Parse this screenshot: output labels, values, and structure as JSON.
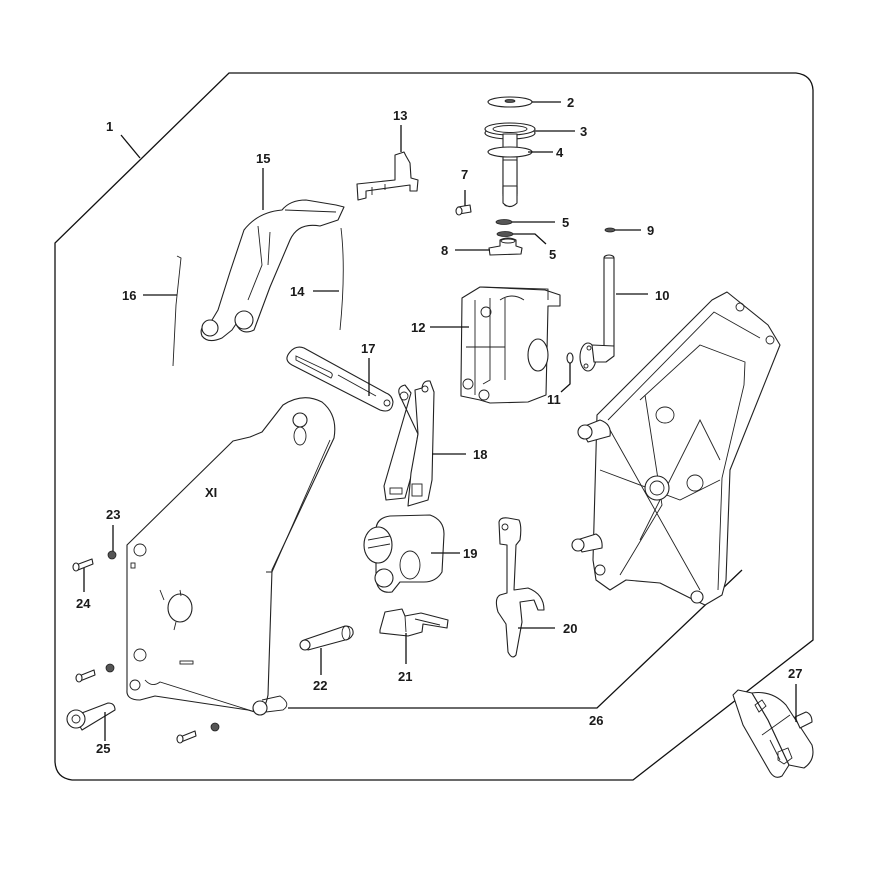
{
  "diagram": {
    "type": "exploded-parts-diagram",
    "callouts": [
      {
        "id": "1",
        "label": "1"
      },
      {
        "id": "2",
        "label": "2"
      },
      {
        "id": "3",
        "label": "3"
      },
      {
        "id": "4",
        "label": "4"
      },
      {
        "id": "5a",
        "label": "5"
      },
      {
        "id": "5b",
        "label": "5"
      },
      {
        "id": "7",
        "label": "7"
      },
      {
        "id": "8",
        "label": "8"
      },
      {
        "id": "9",
        "label": "9"
      },
      {
        "id": "10",
        "label": "10"
      },
      {
        "id": "11",
        "label": "11"
      },
      {
        "id": "12",
        "label": "12"
      },
      {
        "id": "13",
        "label": "13"
      },
      {
        "id": "14",
        "label": "14"
      },
      {
        "id": "15",
        "label": "15"
      },
      {
        "id": "16",
        "label": "16"
      },
      {
        "id": "17",
        "label": "17"
      },
      {
        "id": "18",
        "label": "18"
      },
      {
        "id": "19",
        "label": "19"
      },
      {
        "id": "20",
        "label": "20"
      },
      {
        "id": "21",
        "label": "21"
      },
      {
        "id": "22",
        "label": "22"
      },
      {
        "id": "23",
        "label": "23"
      },
      {
        "id": "24",
        "label": "24"
      },
      {
        "id": "25",
        "label": "25"
      },
      {
        "id": "26",
        "label": "26"
      },
      {
        "id": "27",
        "label": "27"
      }
    ],
    "embossed_mark": "XI"
  },
  "colors": {
    "line": "#111111",
    "background": "#ffffff"
  }
}
